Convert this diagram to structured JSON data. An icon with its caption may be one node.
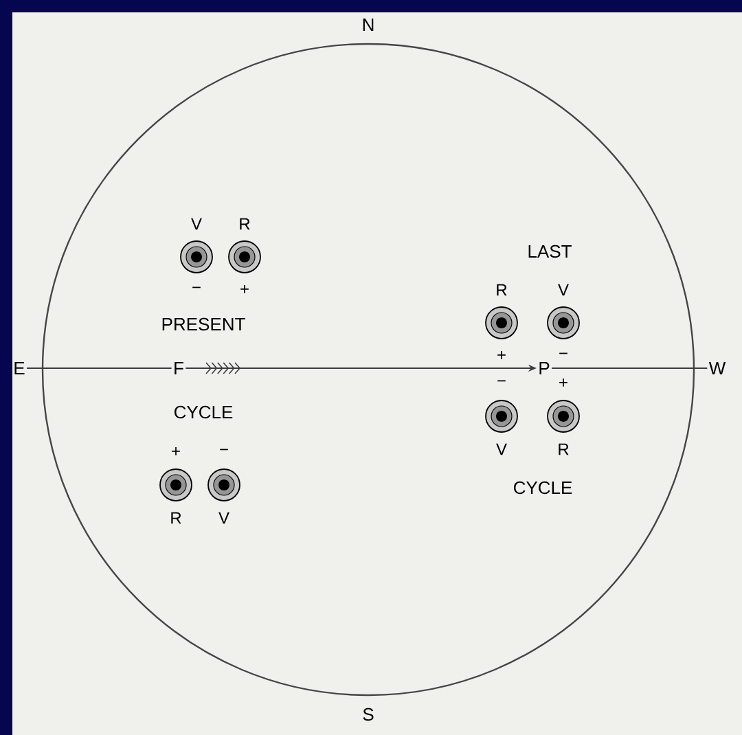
{
  "diagram": {
    "nodes": [
      {
        "text": [
          "E"
        ]
      },
      {
        "text": [
          "F"
        ]
      },
      {
        "text": [
          "P"
        ]
      },
      {
        "text": [
          "W"
        ]
      },
      {
        "text": [],
        "shape": "circle",
        "beside": [
          "V",
          "−"
        ]
      },
      {
        "text": [],
        "shape": "circle",
        "beside": [
          "R",
          "+"
        ]
      },
      {
        "text": [],
        "shape": "circle",
        "beside": [
          "R",
          "+"
        ]
      },
      {
        "text": [],
        "shape": "circle",
        "beside": [
          "V",
          "−"
        ]
      },
      {
        "text": [],
        "shape": "circle",
        "beside": [
          "−",
          "V"
        ]
      },
      {
        "text": [],
        "shape": "circle",
        "beside": [
          "+",
          "R"
        ]
      },
      {
        "text": [],
        "shape": "circle",
        "beside": [
          "+",
          "R"
        ]
      },
      {
        "text": [],
        "shape": "circle",
        "beside": [
          "−",
          "V"
        ]
      }
    ],
    "edges": [
      {
        "from": 0,
        "to": 1,
        "arrow": "none"
      },
      {
        "from": 1,
        "to": 2,
        "arrow": "to"
      },
      {
        "from": 2,
        "to": 3,
        "arrow": "none"
      }
    ],
    "labels": [
      "N",
      "PRESENT",
      "LAST",
      "CYCLE",
      "CYCLE",
      "S"
    ]
  }
}
